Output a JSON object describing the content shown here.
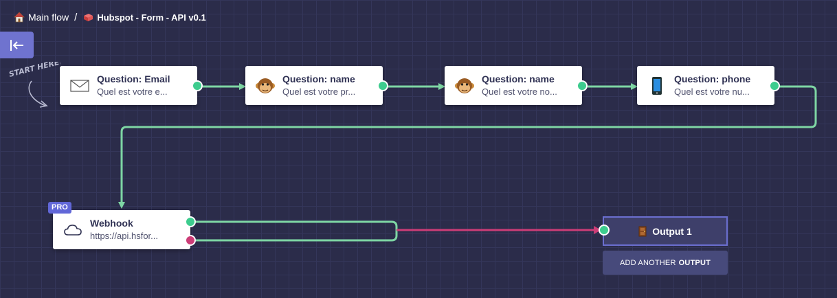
{
  "breadcrumb": {
    "home_label": "Main flow",
    "separator": "/",
    "current": "Hubspot - Form - API v0.1"
  },
  "hint": {
    "start_text": "START HERE!"
  },
  "nodes": [
    {
      "title": "Question: Email",
      "subtitle": "Quel est votre e...",
      "icon": "envelope-icon"
    },
    {
      "title": "Question: name",
      "subtitle": "Quel est votre pr...",
      "icon": "monkey-face-icon"
    },
    {
      "title": "Question: name",
      "subtitle": "Quel est votre no...",
      "icon": "monkey-face-icon"
    },
    {
      "title": "Question: phone",
      "subtitle": "Quel est votre nu...",
      "icon": "mobile-phone-icon"
    }
  ],
  "webhook": {
    "badge": "PRO",
    "title": "Webhook",
    "subtitle": "https://api.hsfor...",
    "icon": "cloud-icon"
  },
  "output": {
    "label": "Output 1",
    "icon": "door-icon",
    "add_prefix": "ADD ANOTHER",
    "add_bold": "OUTPUT"
  },
  "colors": {
    "background": "#2b2c4a",
    "success": "#3dcc8e",
    "failure": "#cc3d77",
    "accent": "#6f73cf"
  }
}
